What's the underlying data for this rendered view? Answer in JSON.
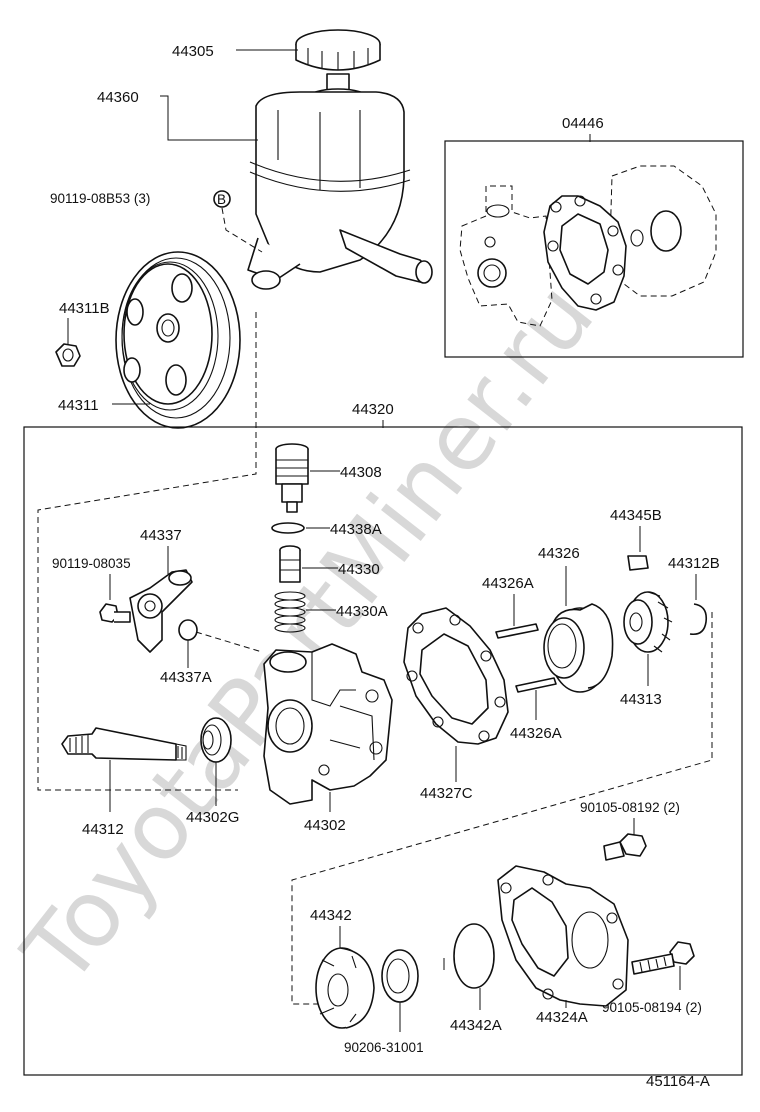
{
  "watermark": "ToyotaPartMiner.ru",
  "diagram_code": "451164-A",
  "parts": {
    "cap": "44305",
    "reservoir": "44360",
    "bolt_reservoir": "90119-08B53 (3)",
    "bolt_marker": "B",
    "kit": "04446",
    "nut": "44311B",
    "pulley": "44311",
    "pump_assy": "44320",
    "valve_plug": "44308",
    "o_ring_valve": "44338A",
    "valve": "44330",
    "spring": "44330A",
    "bolt_union": "90119-08035",
    "union": "44337",
    "o_ring_union": "44337A",
    "shaft": "44312",
    "oil_seal": "44302G",
    "housing": "44302",
    "gasket_front": "44327C",
    "pin_top": "44326A",
    "pin_bottom": "44326A",
    "cam_ring": "44326",
    "vane": "44345B",
    "rotor": "44313",
    "snap_ring": "44312B",
    "bolt_cover_top": "90105-08192 (2)",
    "side_plate": "44342",
    "washer": "90206-31001",
    "o_ring_plate": "44342A",
    "rear_cover": "44324A",
    "bolt_cover_bottom": "90105-08194 (2)"
  }
}
